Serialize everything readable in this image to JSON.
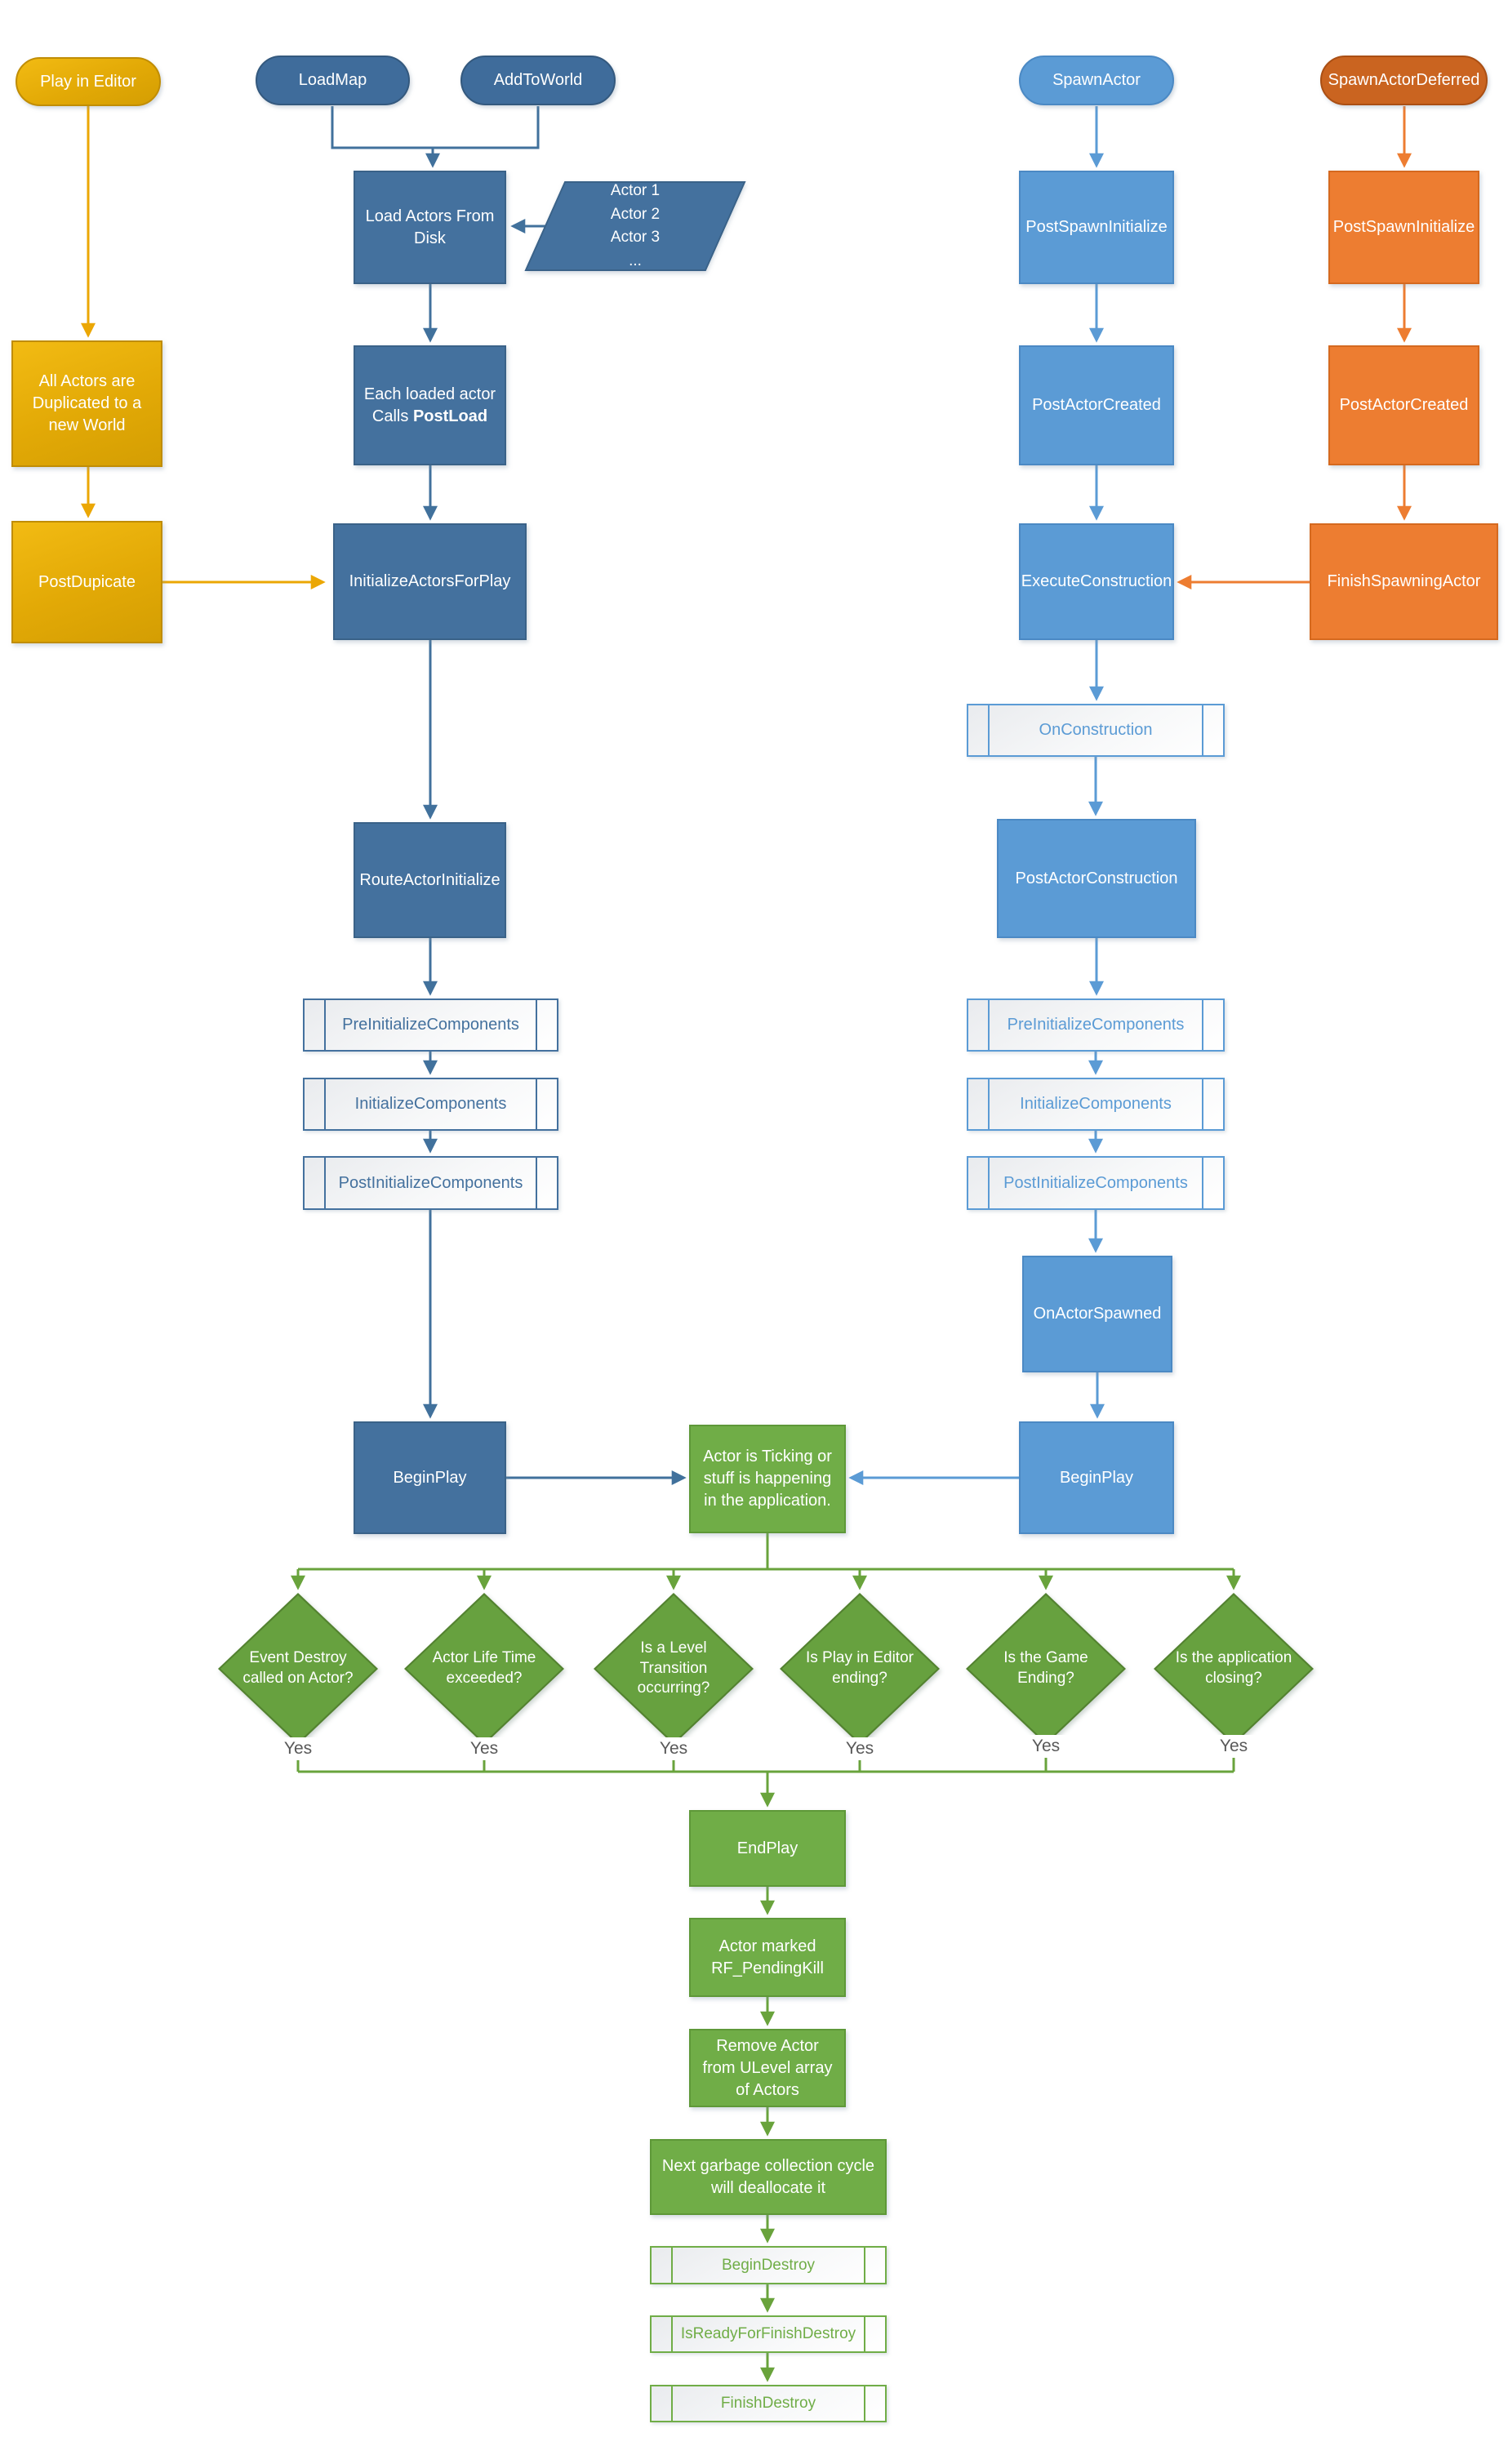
{
  "colors": {
    "gold": "#e2a906",
    "dark_blue": "#44719e",
    "medium_blue": "#5b9bd5",
    "orange": "#ed7d31",
    "dark_orange": "#ca6420",
    "green": "#70ad47",
    "diamond_green": "#67a13f"
  },
  "nodes": {
    "play_in_editor": {
      "label": "Play in Editor"
    },
    "load_map": {
      "label": "LoadMap"
    },
    "add_to_world": {
      "label": "AddToWorld"
    },
    "spawn_actor": {
      "label": "SpawnActor"
    },
    "spawn_actor_deferred": {
      "label": "SpawnActorDeferred"
    },
    "load_actors_from_disk": {
      "label": "Load Actors From Disk"
    },
    "actor_list": {
      "label": "Actor 1\nActor 2\nActor 3\n..."
    },
    "each_loaded_actor": {
      "line1": "Each loaded actor",
      "line2": "Calls ",
      "line2_bold": "PostLoad"
    },
    "all_actors_duplicated": {
      "label": "All Actors are Duplicated to a new World"
    },
    "post_dupicate": {
      "label": "PostDupicate"
    },
    "initialize_actors_for_play": {
      "label": "InitializeActorsForPlay"
    },
    "route_actor_initialize": {
      "label": "RouteActorInitialize"
    },
    "pre_initialize_components_left": {
      "label": "PreInitializeComponents"
    },
    "initialize_components_left": {
      "label": "InitializeComponents"
    },
    "post_initialize_components_left": {
      "label": "PostInitializeComponents"
    },
    "begin_play_left": {
      "label": "BeginPlay"
    },
    "post_spawn_initialize_blue": {
      "label": "PostSpawnInitialize"
    },
    "post_actor_created_blue": {
      "label": "PostActorCreated"
    },
    "execute_construction": {
      "label": "ExecuteConstruction"
    },
    "on_construction": {
      "label": "OnConstruction"
    },
    "post_actor_construction": {
      "label": "PostActorConstruction"
    },
    "pre_initialize_components_right": {
      "label": "PreInitializeComponents"
    },
    "initialize_components_right": {
      "label": "InitializeComponents"
    },
    "post_initialize_components_right": {
      "label": "PostInitializeComponents"
    },
    "on_actor_spawned": {
      "label": "OnActorSpawned"
    },
    "begin_play_right": {
      "label": "BeginPlay"
    },
    "post_spawn_initialize_orange": {
      "label": "PostSpawnInitialize"
    },
    "post_actor_created_orange": {
      "label": "PostActorCreated"
    },
    "finish_spawning_actor": {
      "label": "FinishSpawningActor"
    },
    "actor_ticking": {
      "label": "Actor is Ticking or stuff is happening in the application."
    },
    "end_play": {
      "label": "EndPlay"
    },
    "actor_marked_pending_kill": {
      "label": "Actor marked RF_PendingKill"
    },
    "remove_actor_from_ulevel": {
      "label": "Remove Actor from ULevel array of Actors"
    },
    "next_garbage_collection": {
      "label": "Next garbage collection cycle will deallocate it"
    },
    "begin_destroy": {
      "label": "BeginDestroy"
    },
    "is_ready_for_finish_destroy": {
      "label": "IsReadyForFinishDestroy"
    },
    "finish_destroy": {
      "label": "FinishDestroy"
    }
  },
  "decisions": [
    {
      "label": "Event Destroy called on Actor?",
      "branch_label": "Yes"
    },
    {
      "label": "Actor Life Time exceeded?",
      "branch_label": "Yes"
    },
    {
      "label": "Is a Level Transition occurring?",
      "branch_label": "Yes"
    },
    {
      "label": "Is Play in Editor ending?",
      "branch_label": "Yes"
    },
    {
      "label": "Is the Game Ending?",
      "branch_label": "Yes"
    },
    {
      "label": "Is the application closing?",
      "branch_label": "Yes"
    }
  ]
}
